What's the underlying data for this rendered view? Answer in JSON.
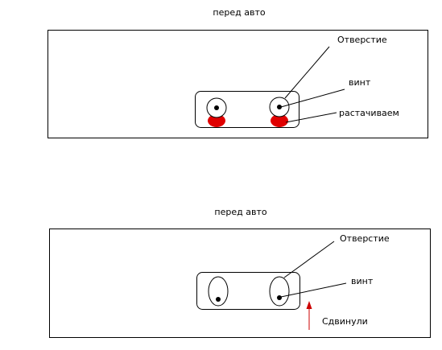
{
  "top_diagram": {
    "caption": "перед авто",
    "label_hole": "Отверстие",
    "label_screw": "винт",
    "label_bore": "растачиваем"
  },
  "bottom_diagram": {
    "caption": "перед авто",
    "label_hole": "Отверстие",
    "label_screw": "винт",
    "label_shift": "Сдвинули"
  },
  "colors": {
    "outline": "#000000",
    "bore_fill": "#e00000",
    "arrow": "#cc0000"
  }
}
